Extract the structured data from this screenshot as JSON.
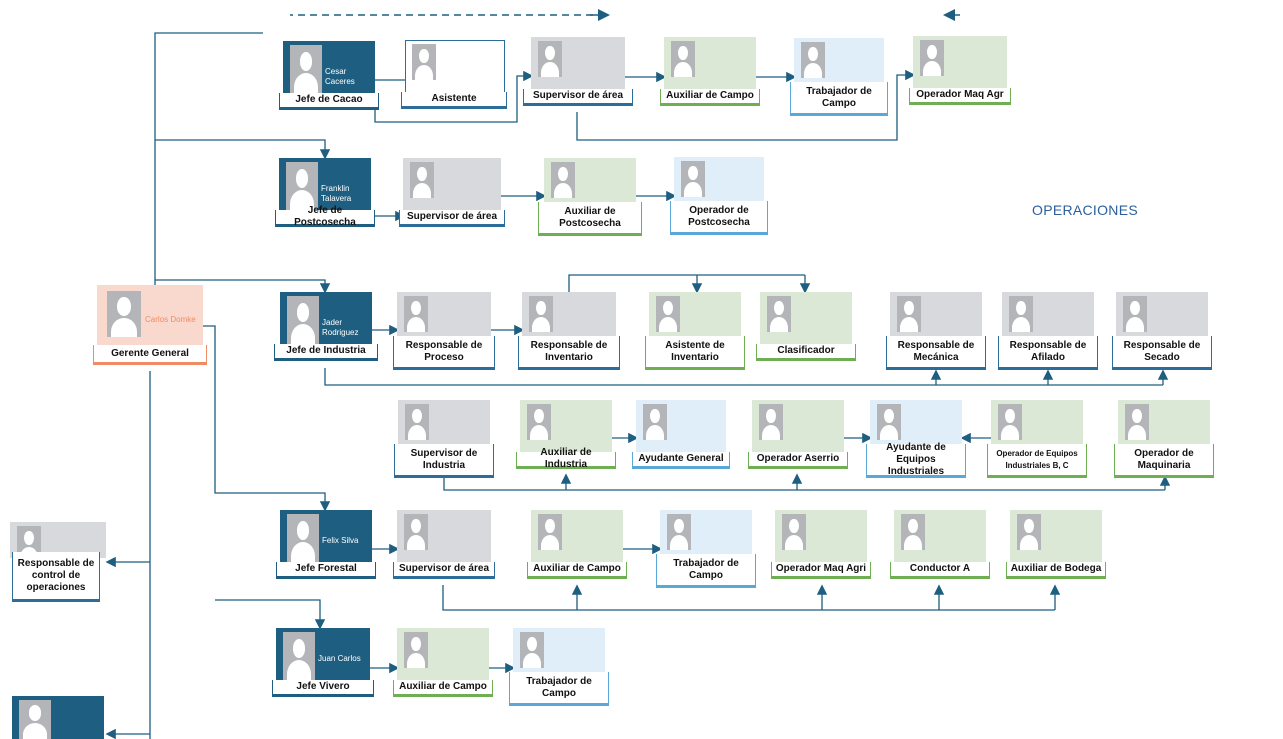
{
  "diagram": {
    "section_label": "OPERACIONES",
    "colors": {
      "leader": "#1e5e80",
      "leader_border": "#1e5e80",
      "gray": "#d7d9dc",
      "gray_border": "#2c6e99",
      "green": "#dbe8d5",
      "green_border": "#6fae53",
      "blue": "#dfeef9",
      "blue_border": "#5aa8d8",
      "white": "#ffffff",
      "white_border": "#2c6e99",
      "pink": "#f9d8cd",
      "pink_border": "#f08c64",
      "line": "#1e5e80"
    },
    "nodes": [
      {
        "id": "gerente",
        "title": "Gerente General",
        "person": "Carlos Domke",
        "style": "pink"
      },
      {
        "id": "resp_ctrl",
        "title": "Responsable de control de operaciones",
        "style": "gray"
      },
      {
        "id": "bottom_leader",
        "title": "",
        "style": "leader"
      },
      {
        "id": "jefe_cacao",
        "title": "Jefe de Cacao",
        "person": "Cesar Caceres",
        "style": "leader"
      },
      {
        "id": "asistente",
        "title": "Asistente",
        "style": "white"
      },
      {
        "id": "sup_area_1",
        "title": "Supervisor de área",
        "style": "gray"
      },
      {
        "id": "aux_campo_1",
        "title": "Auxiliar de Campo",
        "style": "green"
      },
      {
        "id": "trab_campo_1",
        "title": "Trabajador de Campo",
        "style": "blue"
      },
      {
        "id": "op_maq_agr",
        "title": "Operador Maq Agr",
        "style": "green"
      },
      {
        "id": "jefe_post",
        "title": "Jefe de Postcosecha",
        "person": "Franklin Talavera",
        "style": "leader"
      },
      {
        "id": "sup_area_2",
        "title": "Supervisor de área",
        "style": "gray"
      },
      {
        "id": "aux_post",
        "title": "Auxiliar de Postcosecha",
        "style": "green"
      },
      {
        "id": "op_post",
        "title": "Operador de Postcosecha",
        "style": "blue"
      },
      {
        "id": "jefe_ind",
        "title": "Jefe de Industria",
        "person": "Jader Rodriguez",
        "style": "leader"
      },
      {
        "id": "resp_proc",
        "title": "Responsable de Proceso",
        "style": "gray"
      },
      {
        "id": "resp_inv",
        "title": "Responsable de Inventario",
        "style": "gray"
      },
      {
        "id": "asis_inv",
        "title": "Asistente de Inventario",
        "style": "green"
      },
      {
        "id": "clasif",
        "title": "Clasificador",
        "style": "green"
      },
      {
        "id": "resp_mec",
        "title": "Responsable de Mecánica",
        "style": "gray"
      },
      {
        "id": "resp_afil",
        "title": "Responsable de Afilado",
        "style": "gray"
      },
      {
        "id": "resp_sec",
        "title": "Responsable de Secado",
        "style": "gray"
      },
      {
        "id": "sup_ind",
        "title": "Supervisor de Industria",
        "style": "gray"
      },
      {
        "id": "aux_ind",
        "title": "Auxiliar de Industria",
        "style": "green"
      },
      {
        "id": "ayud_gen",
        "title": "Ayudante General",
        "style": "blue"
      },
      {
        "id": "op_aserr",
        "title": "Operador Aserrio",
        "style": "green"
      },
      {
        "id": "ayud_eq",
        "title": "Ayudante de Equipos Industriales",
        "style": "blue"
      },
      {
        "id": "op_eq_bc",
        "title": "Operador de Equipos Industriales B, C",
        "style": "green"
      },
      {
        "id": "op_maquin",
        "title": "Operador de Maquinaria",
        "style": "green"
      },
      {
        "id": "jefe_for",
        "title": "Jefe Forestal",
        "person": "Felix Silva",
        "style": "leader"
      },
      {
        "id": "sup_area_3",
        "title": "Supervisor de área",
        "style": "gray"
      },
      {
        "id": "aux_campo_2",
        "title": "Auxiliar de Campo",
        "style": "green"
      },
      {
        "id": "trab_campo_2",
        "title": "Trabajador de Campo",
        "style": "blue"
      },
      {
        "id": "op_maq_agri",
        "title": "Operador Maq Agri",
        "style": "green"
      },
      {
        "id": "conductor",
        "title": "Conductor A",
        "style": "green"
      },
      {
        "id": "aux_bod",
        "title": "Auxiliar de Bodega",
        "style": "green"
      },
      {
        "id": "jefe_viv",
        "title": "Jefe Vivero",
        "person": "Juan Carlos",
        "style": "leader"
      },
      {
        "id": "aux_campo_3",
        "title": "Auxiliar de Campo",
        "style": "green"
      },
      {
        "id": "trab_campo_3",
        "title": "Trabajador de Campo",
        "style": "blue"
      }
    ]
  }
}
